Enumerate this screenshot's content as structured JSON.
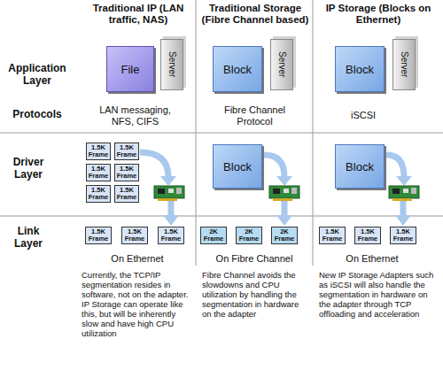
{
  "diagram": {
    "nodes": [
      {
        "text": [
          "File"
        ]
      },
      {
        "text": [
          "Server"
        ]
      },
      {
        "text": [
          "Block"
        ]
      },
      {
        "text": [
          "Server"
        ]
      },
      {
        "text": [
          "Block"
        ]
      },
      {
        "text": [
          "Server"
        ]
      },
      {
        "text": [
          "1.5K Frame"
        ]
      },
      {
        "text": [
          "1.5K Frame"
        ]
      },
      {
        "text": [
          "1.5K Frame"
        ]
      },
      {
        "text": [
          "1.5K Frame"
        ]
      },
      {
        "text": [
          "1.5K Frame"
        ]
      },
      {
        "text": [
          "1.5K Frame"
        ]
      },
      {
        "text": [
          "Block"
        ]
      },
      {
        "text": [
          "Block"
        ]
      },
      {
        "text": [
          "1.5K Frame"
        ]
      },
      {
        "text": [
          "1.5K Frame"
        ]
      },
      {
        "text": [
          "1.5K Frame"
        ]
      },
      {
        "text": [
          "2K Frame"
        ]
      },
      {
        "text": [
          "2K Frame"
        ]
      },
      {
        "text": [
          "2K Frame"
        ]
      },
      {
        "text": [
          "1.5K Frame"
        ]
      },
      {
        "text": [
          "1.5K Frame"
        ]
      },
      {
        "text": [
          "1.5K Frame"
        ]
      }
    ],
    "labels": [
      "Traditional IP (LAN traffic, NAS)",
      "Traditional Storage (Fibre Channel based)",
      "IP Storage (Blocks on Ethernet)",
      "Application Layer",
      "Protocols",
      "Driver Layer",
      "Link Layer",
      "LAN messaging, NFS, CIFS",
      "Fibre Channel Protocol",
      "iSCSI",
      "On Ethernet",
      "On Fibre Channel",
      "On Ethernet",
      "Currently, the TCP/IP segmentation resides in software, not on the adapter. IP Storage can operate like this, but will be inherently slow and have high CPU utilization",
      "Fibre Channel avoids the slowdowns and CPU utilization by handling the segmentation in hardware on the adapter",
      "New IP Storage Adapters such as iSCSI will also handle the segmentation in hardware on the adapter through TCP offloading and acceleration"
    ]
  }
}
